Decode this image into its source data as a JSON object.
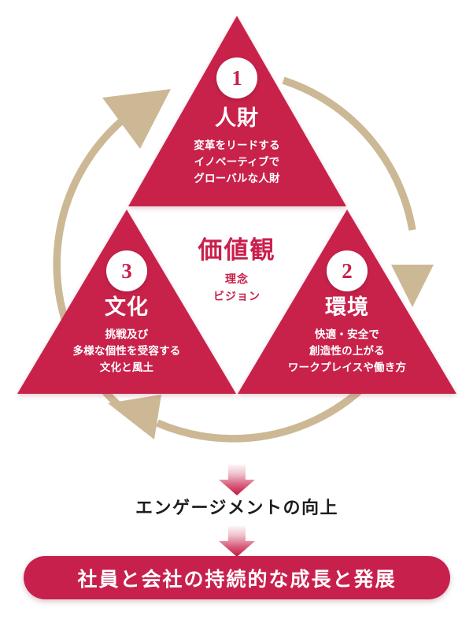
{
  "diagram": {
    "colors": {
      "triangle_fill": "#c8204c",
      "arc": "#cdb896",
      "arrow_gradient_start": "#f7e3e8",
      "arrow_gradient_end": "#c8204c",
      "pill_fill": "#c8204c",
      "mid_text": "#1d1d1d",
      "background": "#ffffff"
    },
    "center": {
      "title": "価値観",
      "subtitle": "理念\nビジョン"
    },
    "segments": [
      {
        "number": "1",
        "title": "人財",
        "description": "変革をリードする\nイノベーティブで\nグローバルな人財",
        "position": "top"
      },
      {
        "number": "2",
        "title": "環境",
        "description": "快適・安全で\n創造性の上がる\nワークプレイスや働き方",
        "position": "bottom-right"
      },
      {
        "number": "3",
        "title": "文化",
        "description": "挑戦及び\n多様な個性を受容する\n文化と風土",
        "position": "bottom-left"
      }
    ],
    "flow": {
      "middle_label": "エンゲージメントの向上",
      "outcome_label": "社員と会社の持続的な成長と発展"
    },
    "cycle_arrows": [
      {
        "name": "arc-to-people",
        "direction": "up-right"
      },
      {
        "name": "arc-to-environment",
        "direction": "down"
      },
      {
        "name": "arc-to-culture",
        "direction": "left"
      }
    ]
  }
}
